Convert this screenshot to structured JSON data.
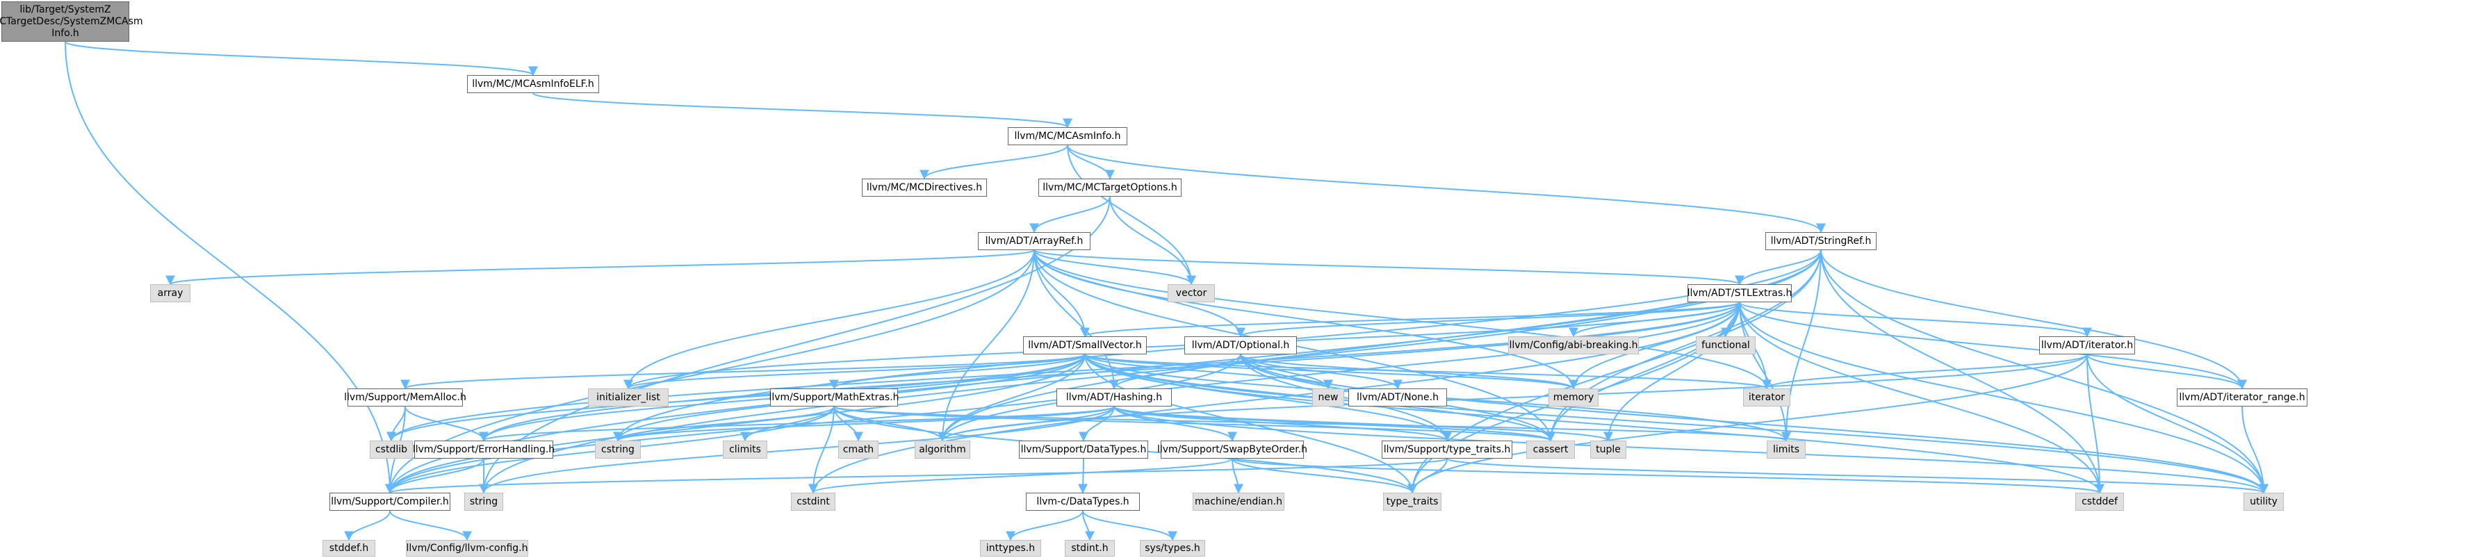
{
  "graph": {
    "colors": {
      "edge": "#63b8ff",
      "root_fill": "#999999",
      "system_fill": "#e0e0e0",
      "node_border": "#666666"
    },
    "root": {
      "line1": "lib/Target/SystemZ",
      "line2": "/MCTargetDesc/SystemZMCAsm",
      "line3": "Info.h"
    },
    "nodes": {
      "mcasminfoelf": "llvm/MC/MCAsmInfoELF.h",
      "mcasminfo": "llvm/MC/MCAsmInfo.h",
      "mcdirectives": "llvm/MC/MCDirectives.h",
      "mctargetoptions": "llvm/MC/MCTargetOptions.h",
      "arrayref": "llvm/ADT/ArrayRef.h",
      "stringref": "llvm/ADT/StringRef.h",
      "stlextras": "llvm/ADT/STLExtras.h",
      "smallvector": "llvm/ADT/SmallVector.h",
      "optional": "llvm/ADT/Optional.h",
      "iterator_h": "llvm/ADT/iterator.h",
      "iterator_range": "llvm/ADT/iterator_range.h",
      "abibreaking": "llvm/Config/abi-breaking.h",
      "memalloc": "llvm/Support/MemAlloc.h",
      "mathextras": "llvm/Support/MathExtras.h",
      "hashing": "llvm/ADT/Hashing.h",
      "none": "llvm/ADT/None.h",
      "errorhandling": "llvm/Support/ErrorHandling.h",
      "compiler": "llvm/Support/Compiler.h",
      "datatypes_support": "llvm/Support/DataTypes.h",
      "swapbyteorder": "llvm/Support/SwapByteOrder.h",
      "type_traits_support": "llvm/Support/type_traits.h",
      "datatypes_c": "llvm-c/DataTypes.h",
      "llvmconfig": "llvm/Config/llvm-config.h"
    },
    "system_nodes": {
      "array": "array",
      "vector": "vector",
      "functional": "functional",
      "initializer_list": "initializer_list",
      "new": "new",
      "memory": "memory",
      "iterator": "iterator",
      "cstdlib": "cstdlib",
      "cstring": "cstring",
      "climits": "climits",
      "cmath": "cmath",
      "algorithm": "algorithm",
      "cassert": "cassert",
      "tuple": "tuple",
      "limits": "limits",
      "string": "string",
      "cstdint": "cstdint",
      "type_traits": "type_traits",
      "cstddef": "cstddef",
      "utility": "utility",
      "machine_endian": "machine/endian.h",
      "stddef": "stddef.h",
      "inttypes": "inttypes.h",
      "stdint": "stdint.h",
      "systypes": "sys/types.h"
    }
  }
}
